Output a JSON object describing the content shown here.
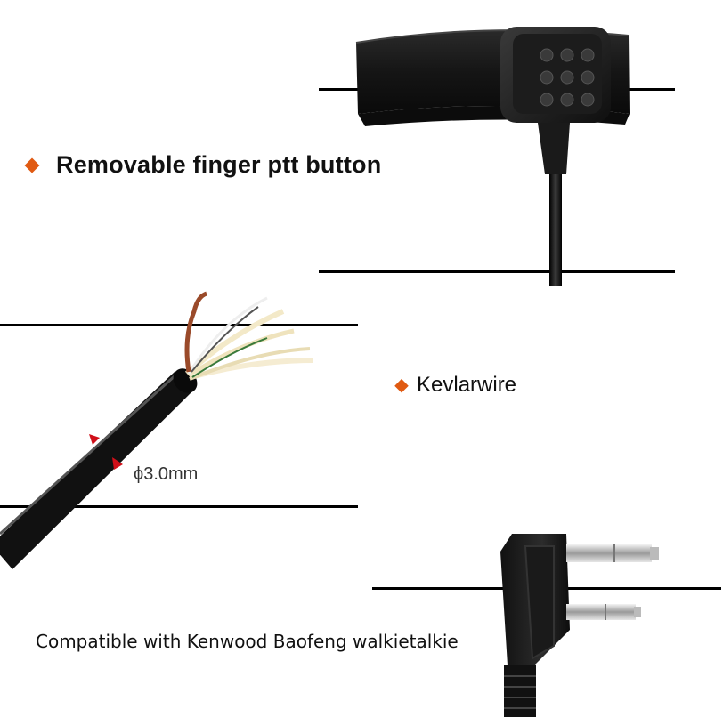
{
  "accent_color": "#e05a12",
  "marker_color": "#d0101a",
  "captions": {
    "ptt": "Removable finger ptt button",
    "kevlar": "Kevlarwire",
    "diameter": "ϕ3.0mm",
    "compatible": "Compatible with Kenwood Baofeng walkietalkie"
  },
  "icons": {
    "bullet": "orange-diamond-icon",
    "marker": "red-triangle-icon"
  },
  "products": {
    "ptt_button": "finger-ptt-button-photo",
    "cable": "kevlar-cable-photo",
    "plug": "kenwood-2pin-plug-photo"
  }
}
